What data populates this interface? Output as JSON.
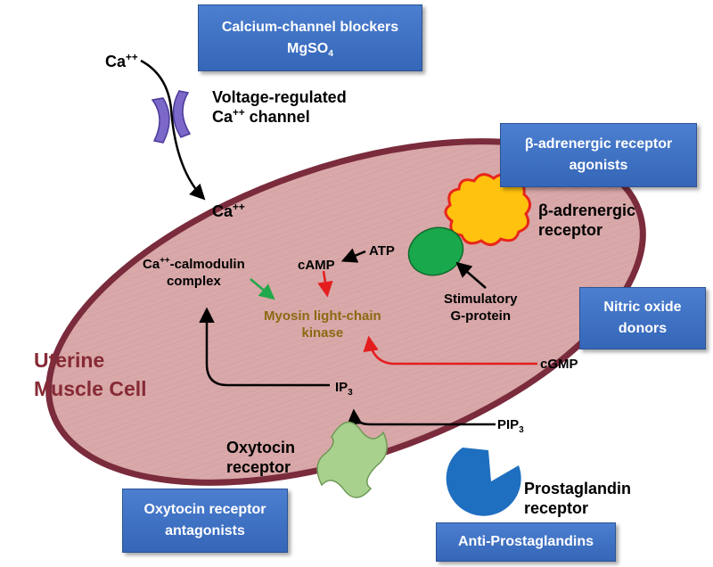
{
  "boxes": {
    "ccb_line1": "Calcium-channel blockers",
    "ccb_line2": "MgSO",
    "ccb_line2_sub": "4",
    "beta_line1": "β-adrenergic receptor",
    "beta_line2": "agonists",
    "no_line1": "Nitric oxide",
    "no_line2": "donors",
    "oxy_line1": "Oxytocin receptor",
    "oxy_line2": "antagonists",
    "anti_pg": "Anti-Prostaglandins"
  },
  "labels": {
    "ca_out": "Ca",
    "ca_out_sup": "++",
    "channel_line1": "Voltage-regulated",
    "channel_line2": "Ca",
    "channel_line2_sup": "++",
    "channel_line2_rest": " channel",
    "ca_in": "Ca",
    "ca_in_sup": "++",
    "beta_rec_line1": "β-adrenergic",
    "beta_rec_line2": "receptor",
    "calmod_ca": "Ca",
    "calmod_sup": "++",
    "calmod_rest": "-calmodulin",
    "calmod_line2": "complex",
    "camp": "cAMP",
    "atp": "ATP",
    "gprot_line1": "Stimulatory",
    "gprot_line2": "G-protein",
    "mlck_line1": "Myosin light-chain",
    "mlck_line2": "kinase",
    "cell_line1": "Uterine",
    "cell_line2": "Muscle Cell",
    "cgmp": "cGMP",
    "ip3": "IP",
    "ip3_sub": "3",
    "pip3": "PIP",
    "pip3_sub": "3",
    "oxy_rec_line1": "Oxytocin",
    "oxy_rec_line2": "receptor",
    "pg_rec_line1": "Prostaglandin",
    "pg_rec_line2": "receptor"
  },
  "colors": {
    "box_fill": "#3f72c4",
    "cell_fill": "#d9a8a9",
    "cell_border": "#7a2b3c",
    "cell_title": "#862a36",
    "channel": "#7b68c8",
    "beta_receptor": "#ffc20e",
    "beta_receptor_outline": "#e8261b",
    "g_protein": "#1aa84c",
    "oxytocin_receptor": "#a9d18e",
    "prostaglandin_receptor": "#1f6fc0",
    "inhibit_arrow": "#e41e1e",
    "activate_arrow": "#21a84a",
    "kinase_text": "#8a6a12"
  },
  "icons": [
    "calcium-channel-icon",
    "beta-receptor-icon",
    "g-protein-icon",
    "oxytocin-receptor-icon",
    "prostaglandin-receptor-icon"
  ]
}
